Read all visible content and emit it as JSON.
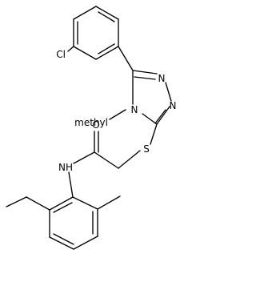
{
  "molecule": {
    "atoms": {
      "chlorine": "Cl",
      "triazole_n1": "N",
      "triazole_n2": "N",
      "triazole_n4": "N",
      "n_methyl": "methyl",
      "sulfur": "S",
      "carbonyl_oxygen": "O",
      "amide_nh": "NH"
    }
  }
}
